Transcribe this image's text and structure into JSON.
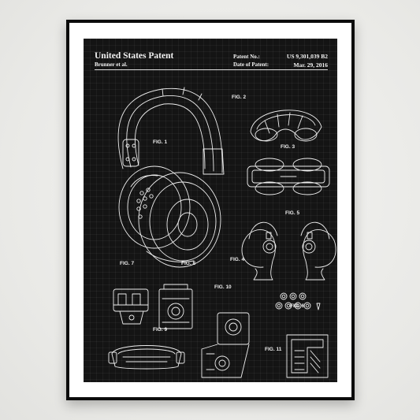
{
  "patent": {
    "title": "United States Patent",
    "inventor": "Brunner et al.",
    "number_label": "Patent No.:",
    "number": "US 9,301,039 B2",
    "date_label": "Date of Patent:",
    "date": "Mar. 29, 2016"
  },
  "figures": {
    "fig1": "FIG. 1",
    "fig2": "FIG. 2",
    "fig3": "FIG. 3",
    "fig4": "FIG. 4",
    "fig5": "FIG. 5",
    "fig6": "FIG. 6",
    "fig7": "FIG. 7",
    "fig8": "FIG. 8",
    "fig9": "FIG. 9",
    "fig10": "FIG. 10",
    "fig11": "FIG. 11"
  },
  "colors": {
    "wall": "#ececea",
    "frame": "#0b0b0b",
    "mat": "#ffffff",
    "print_background": "#141414",
    "line_art": "#eeeeee"
  }
}
